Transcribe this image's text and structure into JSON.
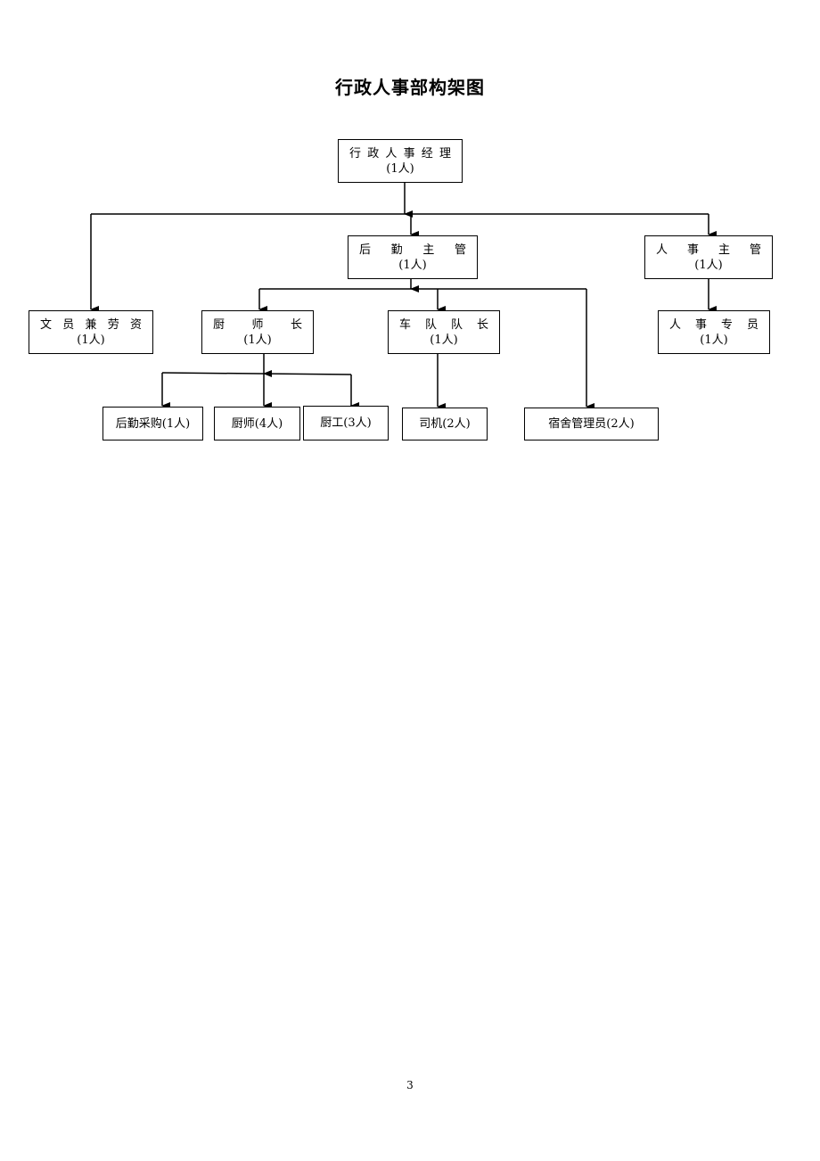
{
  "title": "行政人事部构架图",
  "page_number": "3",
  "nodes": {
    "manager": {
      "name": [
        "行",
        "政",
        "人",
        "事",
        "经",
        "理"
      ],
      "count": "(1人)"
    },
    "logistics": {
      "name": [
        "后",
        "勤",
        "主",
        "管"
      ],
      "count": "(1人)"
    },
    "hr_super": {
      "name": [
        "人",
        "事",
        "主",
        "管"
      ],
      "count": "(1人)"
    },
    "clerk": {
      "name": [
        "文",
        "员",
        "兼",
        "劳",
        "资"
      ],
      "count": "(1人)"
    },
    "chef_head": {
      "name": [
        "厨",
        "师",
        "长"
      ],
      "count": "(1人)"
    },
    "fleet_head": {
      "name": [
        "车",
        "队",
        "队",
        "长"
      ],
      "count": "(1人)"
    },
    "hr_spec": {
      "name": [
        "人",
        "事",
        "专",
        "员"
      ],
      "count": "(1人)"
    },
    "purchase": {
      "label": "后勤采购(1人)"
    },
    "chefs": {
      "label": "厨师(4人)"
    },
    "kitchen": {
      "label": "厨工(3人)"
    },
    "drivers": {
      "label": "司机(2人)"
    },
    "dorm": {
      "label": "宿舍管理员(2人)"
    }
  }
}
